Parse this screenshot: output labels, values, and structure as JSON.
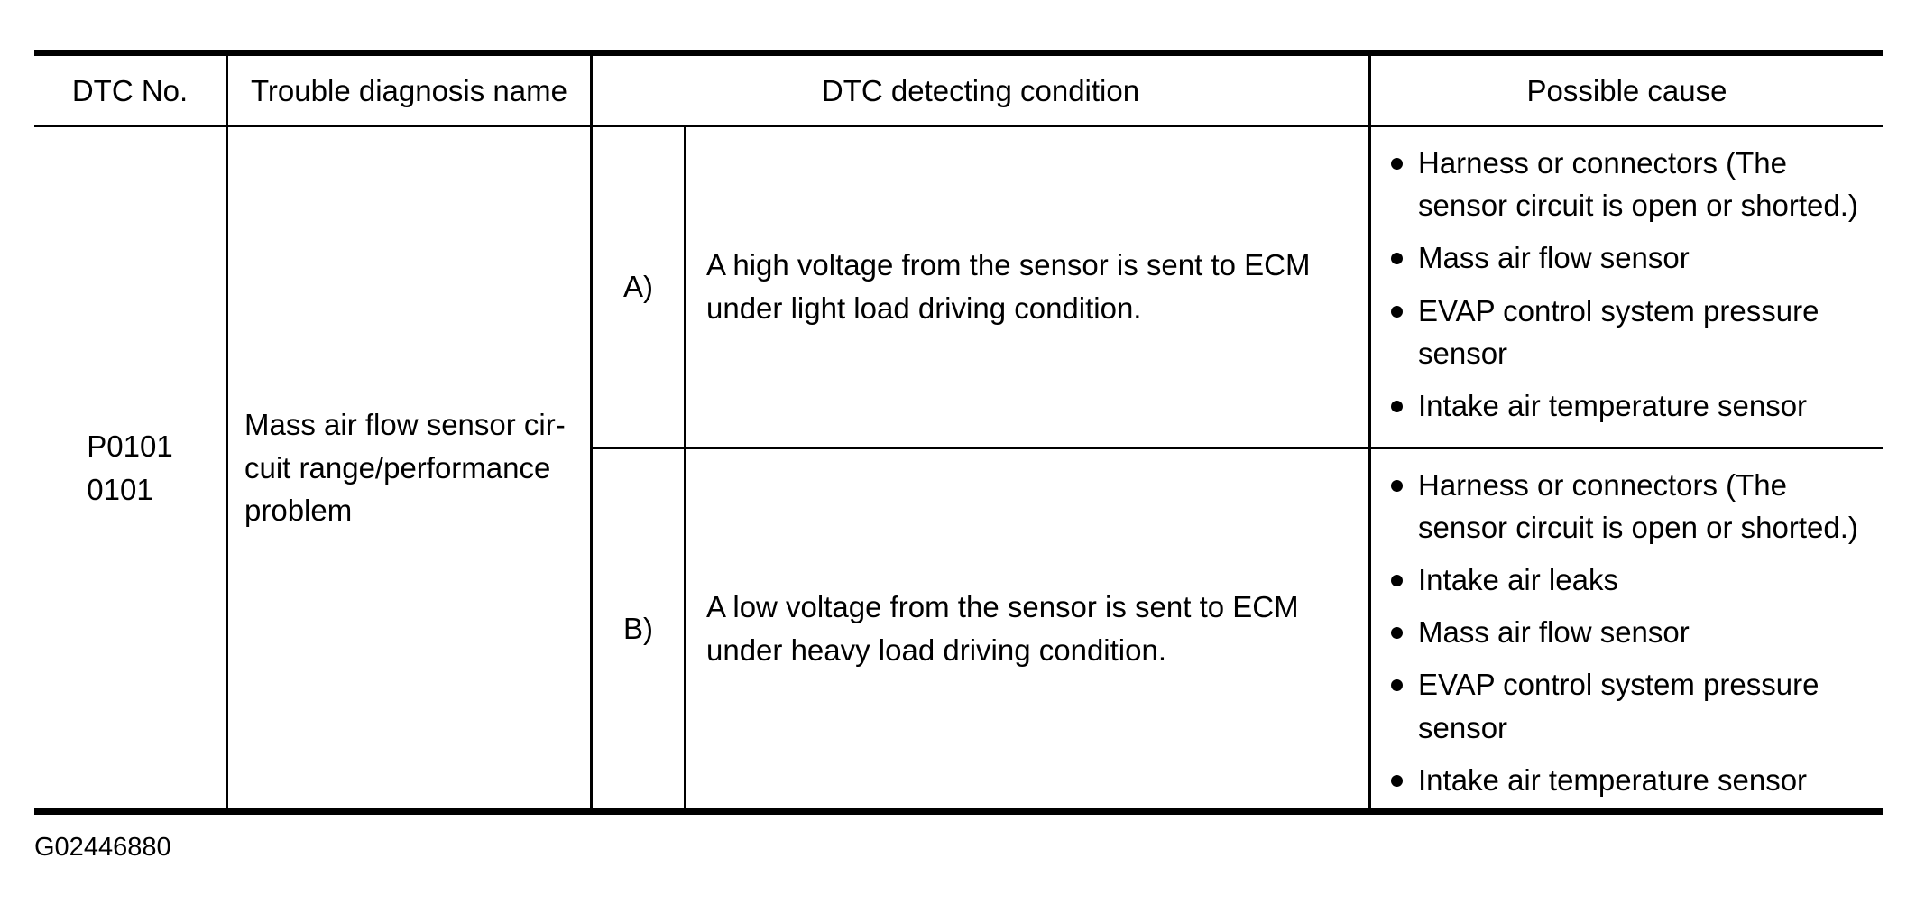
{
  "table": {
    "headers": {
      "dtc_no": "DTC No.",
      "trouble_diagnosis_name": "Trouble diagnosis name",
      "dtc_detecting_condition": "DTC detecting condition",
      "possible_cause": "Possible cause"
    },
    "row": {
      "dtc_no_line1": "P0101",
      "dtc_no_line2": "0101",
      "trouble_diagnosis_name": "Mass air flow sensor cir-cuit range/performance problem",
      "conditions": [
        {
          "marker": "A)",
          "text": "A high voltage from the sensor is sent to ECM under light load driving condition.",
          "causes": [
            "Harness or connectors (The sensor circuit is open or shorted.)",
            "Mass air flow sensor",
            "EVAP control system pressure sensor",
            "Intake air temperature sensor"
          ]
        },
        {
          "marker": "B)",
          "text": "A low voltage from the sensor is sent to ECM under heavy load driving condition.",
          "causes": [
            "Harness or connectors (The sensor circuit is open or shorted.)",
            "Intake air leaks",
            "Mass air flow sensor",
            "EVAP control system pressure sensor",
            "Intake air temperature sensor"
          ]
        }
      ]
    }
  },
  "caption": "G02446880",
  "colors": {
    "text": "#000000",
    "rule": "#000000",
    "background": "#ffffff"
  }
}
